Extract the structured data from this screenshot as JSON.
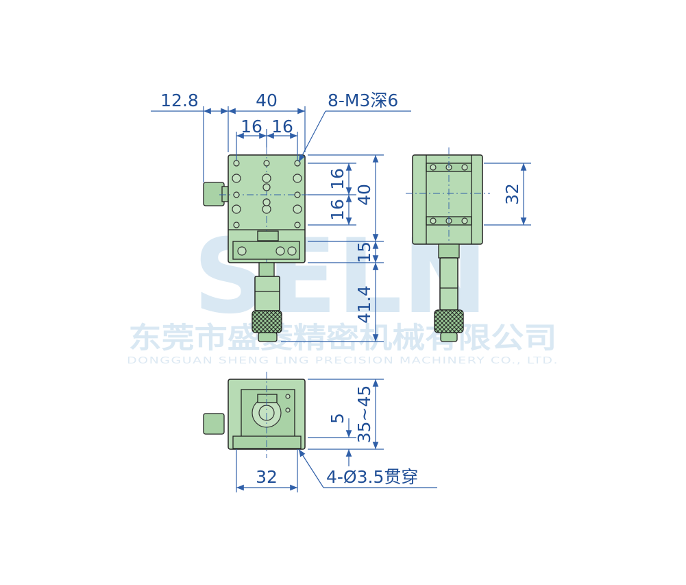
{
  "watermark": {
    "logo": "SELN",
    "company_cn": "东莞市盛菱精密机械有限公司",
    "company_en": "DONGGUAN SHENG LING PRECISION MACHINERY CO., LTD."
  },
  "dimensions": {
    "top_offset": "12.8",
    "top_width": "40",
    "hole_pitch_a": "16",
    "hole_pitch_b": "16",
    "thread_note": "8-M3深6",
    "right_pitch_a": "16",
    "right_pitch_b": "16",
    "right_height": "40",
    "right_15": "15",
    "right_414": "41.4",
    "side_32": "32",
    "front_5": "5",
    "front_height_range": "35~45",
    "front_32": "32",
    "through_hole_note": "4-Ø3.5贯穿"
  },
  "colors": {
    "body": "#b7dbb4",
    "dimension": "#1f4e96",
    "watermark": "#d6e8f4"
  }
}
